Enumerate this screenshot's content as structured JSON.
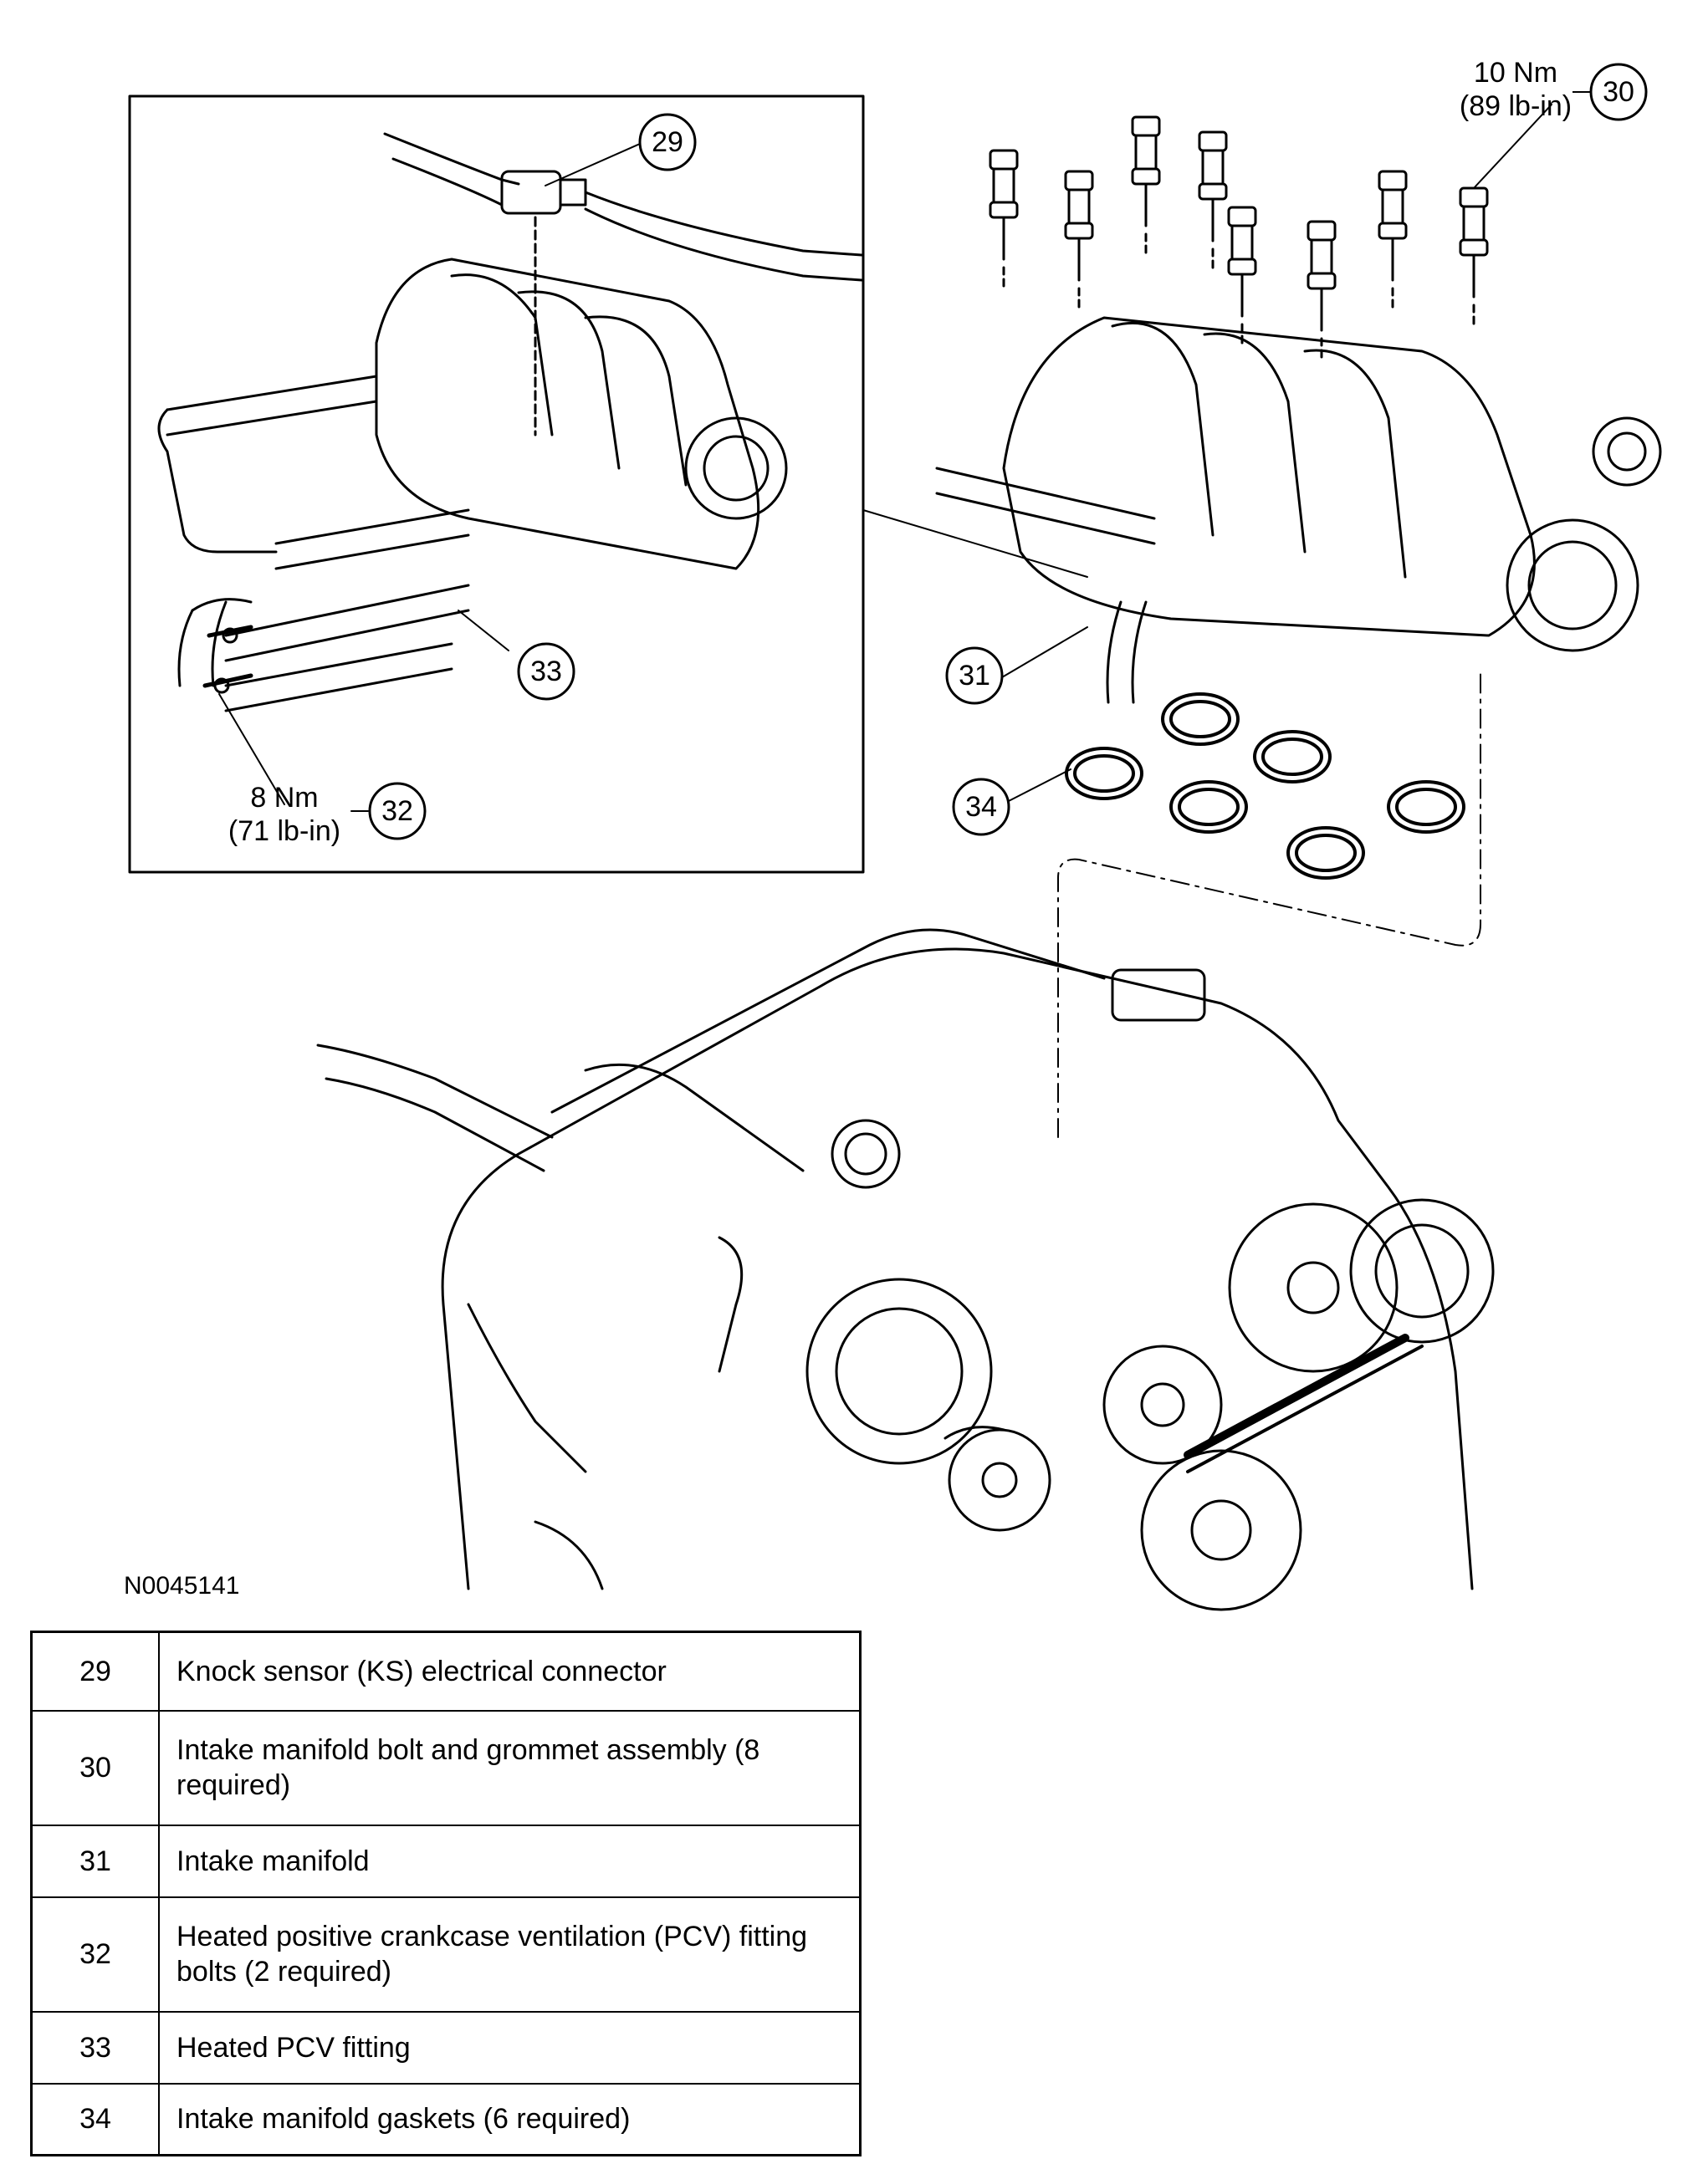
{
  "figure_id": "N0045141",
  "callouts": {
    "c29": "29",
    "c30": "30",
    "c31": "31",
    "c32": "32",
    "c33": "33",
    "c34": "34"
  },
  "torque_specs": {
    "s30_nm": "10 Nm",
    "s30_lbin": "(89 lb-in)",
    "s32_nm": "8 Nm",
    "s32_lbin": "(71 lb-in)"
  },
  "legend": [
    {
      "num": "29",
      "desc": "Knock sensor (KS) electrical connector"
    },
    {
      "num": "30",
      "desc": "Intake manifold bolt and grommet assembly (8 required)"
    },
    {
      "num": "31",
      "desc": "Intake manifold"
    },
    {
      "num": "32",
      "desc": "Heated positive crankcase ventilation (PCV) fitting bolts (2 required)"
    },
    {
      "num": "33",
      "desc": "Heated PCV fitting"
    },
    {
      "num": "34",
      "desc": "Intake manifold gaskets (6 required)"
    }
  ]
}
